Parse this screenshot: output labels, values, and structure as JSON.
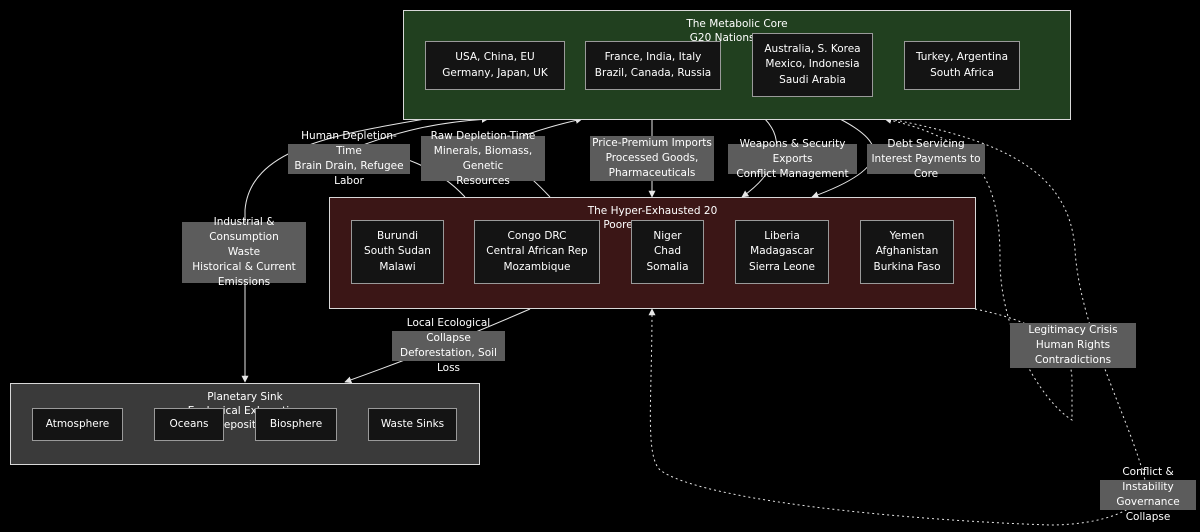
{
  "clusters": {
    "core": {
      "title": "The Metabolic Core\nG20 Nations + EU",
      "fill": "#21401f"
    },
    "exhausted": {
      "title": "The Hyper-Exhausted 20\nPoorest Nations by\nGDP",
      "fill": "#3b1616"
    },
    "sink": {
      "title": "Planetary Sink\nEcological Exhaustion\nRepository",
      "fill": "#3a3a3a"
    }
  },
  "nodes": {
    "core1": "USA, China, EU\nGermany, Japan, UK",
    "core2": "France, India, Italy\nBrazil, Canada, Russia",
    "core3": "Australia, S. Korea\nMexico, Indonesia\nSaudi Arabia",
    "core4": "Turkey, Argentina\nSouth Africa",
    "ex1": "Burundi\nSouth Sudan\nMalawi",
    "ex2": "Congo DRC\nCentral African Rep\nMozambique",
    "ex3": "Niger\nChad\nSomalia",
    "ex4": "Liberia\nMadagascar\nSierra Leone",
    "ex5": "Yemen\nAfghanistan\nBurkina Faso",
    "sink1": "Atmosphere",
    "sink2": "Oceans",
    "sink3": "Biosphere",
    "sink4": "Waste Sinks"
  },
  "edge_labels": {
    "human": "Human Depletion-Time\nBrain Drain, Refugee Labor",
    "raw": "Raw Depletion-Time\nMinerals, Biomass, Genetic\nResources",
    "price": "Price-Premium Imports\nProcessed Goods,\nPharmaceuticals",
    "weapons": "Weapons & Security Exports\nConflict Management",
    "debt": "Debt Servicing\nInterest Payments to Core",
    "industrial": "Industrial & Consumption\nWaste\nHistorical & Current\nEmissions",
    "local": "Local Ecological Collapse\nDeforestation, Soil Loss",
    "legitimacy": "Legitimacy Crisis\nHuman Rights\nContradictions",
    "conflict": "Conflict & Instability\nGovernance Collapse"
  },
  "colors": {
    "edge": "#e6e6e6",
    "edge_label_bg": "#5c5c5c",
    "node_bg": "#141414"
  }
}
